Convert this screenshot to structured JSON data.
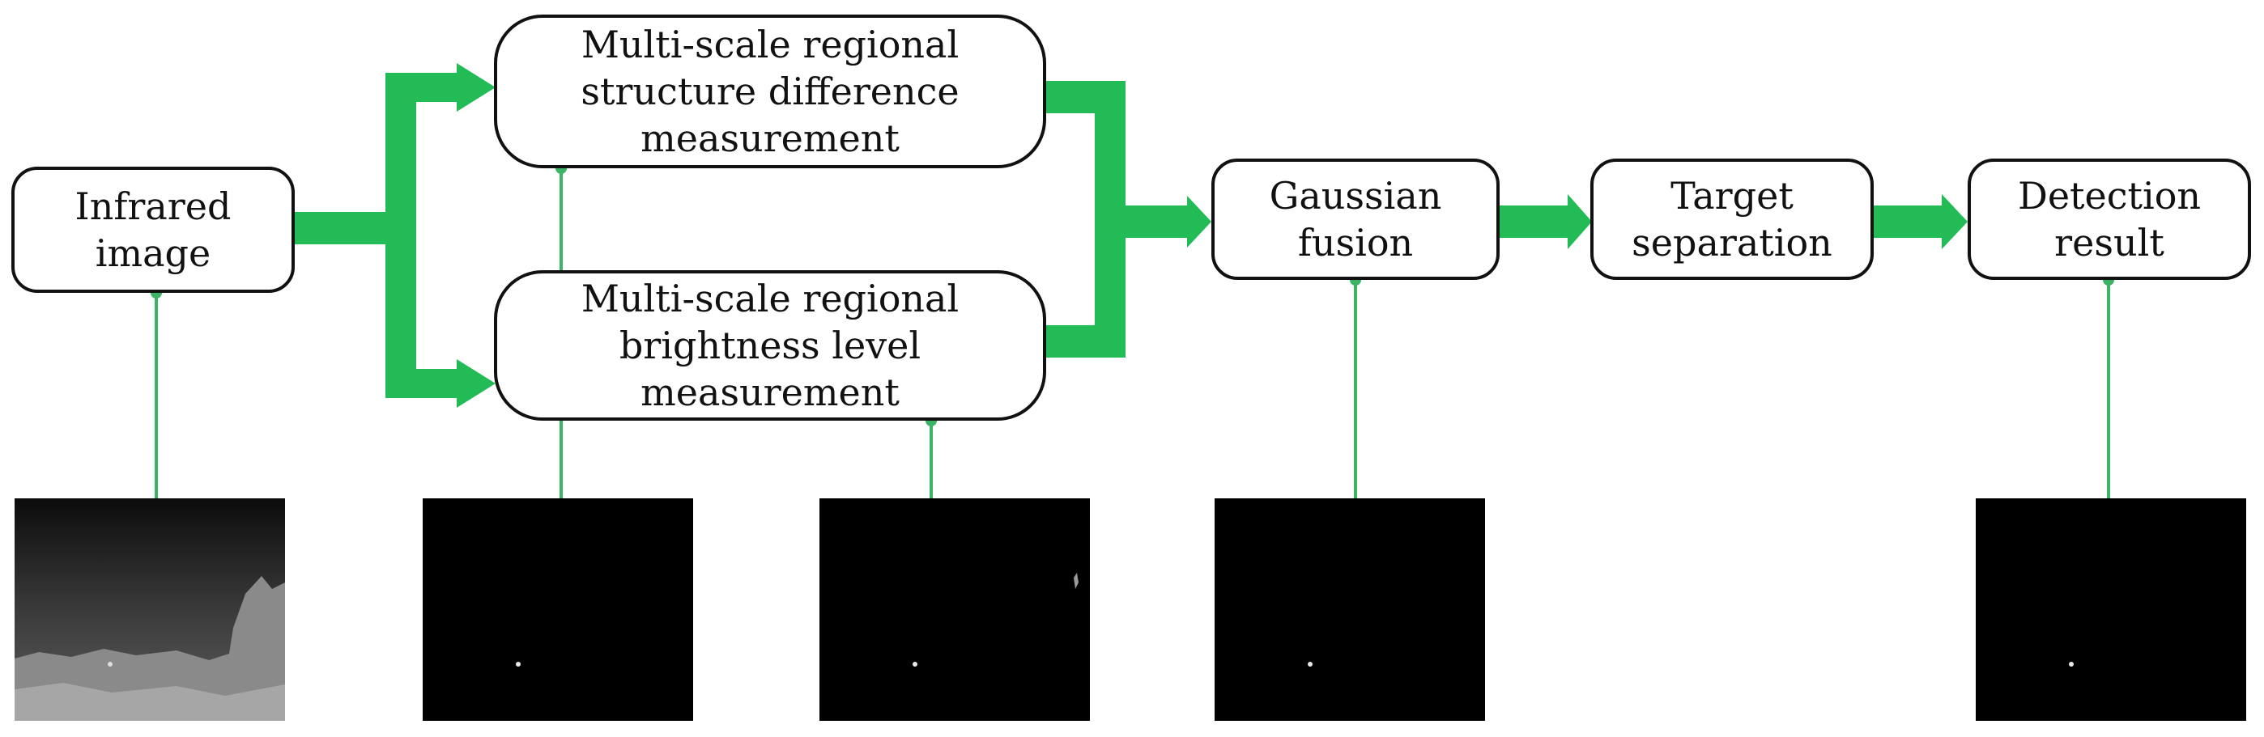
{
  "colors": {
    "flow_arrow": "#22bb55",
    "connector": "#3cb465",
    "box_border": "#111111",
    "text": "#111111",
    "thumbnail_bg": "#000000"
  },
  "nodes": {
    "infrared_image": {
      "label": "Infrared\nimage"
    },
    "structure_difference": {
      "label": "Multi-scale regional\nstructure difference\nmeasurement"
    },
    "brightness_level": {
      "label": "Multi-scale regional\nbrightness level\nmeasurement"
    },
    "gaussian_fusion": {
      "label": "Gaussian\nfusion"
    },
    "target_separation": {
      "label": "Target\nseparation"
    },
    "detection_result": {
      "label": "Detection\nresult"
    }
  },
  "thumbnails": [
    {
      "name": "infrared-image-thumbnail",
      "content": "grayscale infrared scene with bright target"
    },
    {
      "name": "structure-difference-map-thumbnail",
      "content": "black map with single bright target"
    },
    {
      "name": "brightness-level-map-thumbnail",
      "content": "black map with target and faint edge response"
    },
    {
      "name": "gaussian-fusion-map-thumbnail",
      "content": "black map with single bright target"
    },
    {
      "name": "detection-result-thumbnail",
      "content": "black map with detected target"
    }
  ]
}
